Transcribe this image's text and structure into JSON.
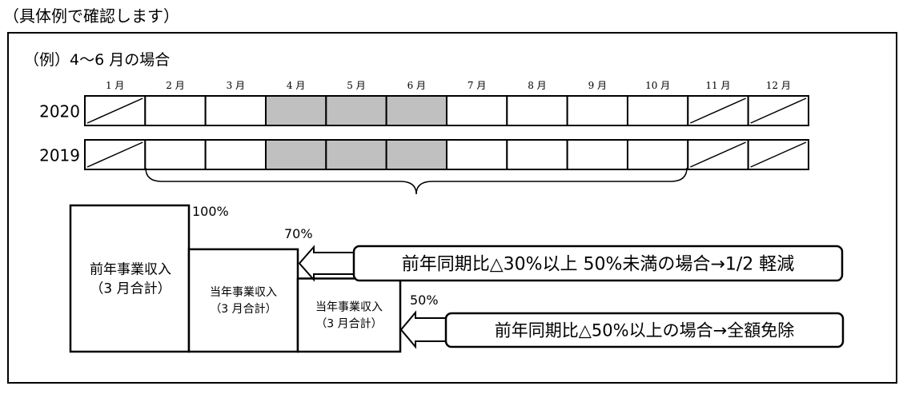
{
  "heading": "（具体例で確認します）",
  "example_title": "（例）4～6 月の場合",
  "months": [
    "1 月",
    "2 月",
    "3 月",
    "4 月",
    "5 月",
    "6 月",
    "7 月",
    "8 月",
    "9 月",
    "10 月",
    "11 月",
    "12 月"
  ],
  "years": [
    {
      "label": "2020",
      "shaded": [
        4,
        5,
        6
      ],
      "excluded": [
        1,
        11,
        12
      ]
    },
    {
      "label": "2019",
      "shaded": [
        4,
        5,
        6
      ],
      "excluded": [
        1,
        11,
        12
      ]
    }
  ],
  "colors": {
    "shade": "#c0c0c0",
    "line": "#000000",
    "background": "#ffffff"
  },
  "revenue_boxes": [
    {
      "line1": "前年事業収入",
      "line2": "（3 月合計）",
      "level_label": "100%",
      "level": 100
    },
    {
      "line1": "当年事業収入",
      "line2": "（3 月合計）",
      "level_label": "70%",
      "level": 70
    },
    {
      "line1": "当年事業収入",
      "line2": "（3 月合計）",
      "level_label": "50%",
      "level": 50
    }
  ],
  "callouts": [
    {
      "text": "前年同期比△30%以上 50%未満の場合→1/2 軽減"
    },
    {
      "text": "前年同期比△50%以上の場合→全額免除"
    }
  ]
}
